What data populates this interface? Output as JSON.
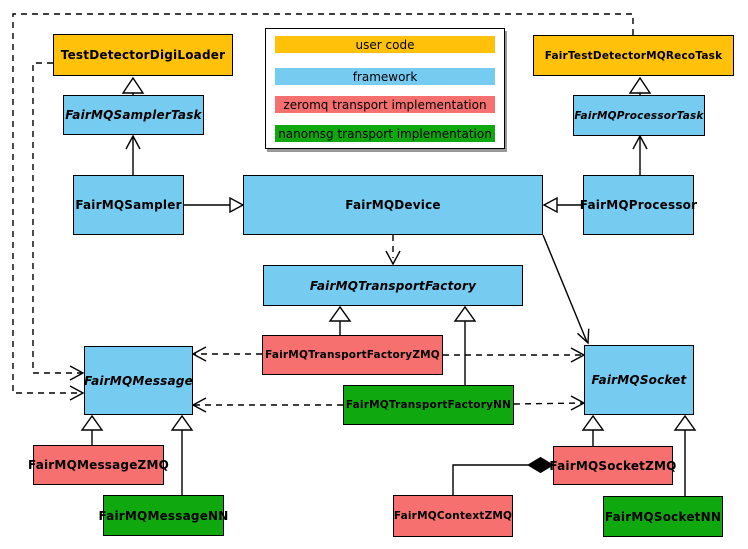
{
  "colors": {
    "user_code": "#FFC10A",
    "framework": "#76CBF1",
    "zeromq": "#F5706F",
    "nanomsg": "#0FA80F",
    "box_border": "#000000",
    "background": "#FFFFFF",
    "legend_shadow": "#999999"
  },
  "legend": {
    "items": [
      {
        "label": "user code",
        "color": "#FFC10A"
      },
      {
        "label": "framework",
        "color": "#76CBF1"
      },
      {
        "label": "zeromq transport implementation",
        "color": "#F5706F"
      },
      {
        "label": "nanomsg transport implementation",
        "color": "#0FA80F"
      }
    ]
  },
  "nodes": {
    "testDetectorDigiLoader": {
      "label": "TestDetectorDigiLoader",
      "category": "user code",
      "abstract": false
    },
    "fairTestDetectorMQRecoTask": {
      "label": "FairTestDetectorMQRecoTask",
      "category": "user code",
      "abstract": false
    },
    "fairMQSamplerTask": {
      "label": "FairMQSamplerTask",
      "category": "framework",
      "abstract": true
    },
    "fairMQProcessorTask": {
      "label": "FairMQProcessorTask",
      "category": "framework",
      "abstract": true
    },
    "fairMQSampler": {
      "label": "FairMQSampler",
      "category": "framework",
      "abstract": false
    },
    "fairMQDevice": {
      "label": "FairMQDevice",
      "category": "framework",
      "abstract": false
    },
    "fairMQProcessor": {
      "label": "FairMQProcessor",
      "category": "framework",
      "abstract": false
    },
    "fairMQTransportFactory": {
      "label": "FairMQTransportFactory",
      "category": "framework",
      "abstract": true
    },
    "fairMQMessage": {
      "label": "FairMQMessage",
      "category": "framework",
      "abstract": true
    },
    "fairMQSocket": {
      "label": "FairMQSocket",
      "category": "framework",
      "abstract": true
    },
    "fairMQTransportFactoryZMQ": {
      "label": "FairMQTransportFactoryZMQ",
      "category": "zeromq",
      "abstract": false
    },
    "fairMQTransportFactoryNN": {
      "label": "FairMQTransportFactoryNN",
      "category": "nanomsg",
      "abstract": false
    },
    "fairMQMessageZMQ": {
      "label": "FairMQMessageZMQ",
      "category": "zeromq",
      "abstract": false
    },
    "fairMQMessageNN": {
      "label": "FairMQMessageNN",
      "category": "nanomsg",
      "abstract": false
    },
    "fairMQSocketZMQ": {
      "label": "FairMQSocketZMQ",
      "category": "zeromq",
      "abstract": false
    },
    "fairMQSocketNN": {
      "label": "FairMQSocketNN",
      "category": "nanomsg",
      "abstract": false
    },
    "fairMQContextZMQ": {
      "label": "FairMQContextZMQ",
      "category": "zeromq",
      "abstract": false
    }
  },
  "edges": [
    {
      "source": "FairMQSamplerTask",
      "target": "TestDetectorDigiLoader",
      "line": "solid",
      "head": "hollow-triangle"
    },
    {
      "source": "FairMQProcessorTask",
      "target": "FairTestDetectorMQRecoTask",
      "line": "solid",
      "head": "hollow-triangle"
    },
    {
      "source": "FairMQSampler",
      "target": "FairMQSamplerTask",
      "line": "solid",
      "head": "open-arrow"
    },
    {
      "source": "FairMQProcessor",
      "target": "FairMQProcessorTask",
      "line": "solid",
      "head": "open-arrow"
    },
    {
      "source": "FairMQSampler",
      "target": "FairMQDevice",
      "line": "solid",
      "head": "hollow-triangle"
    },
    {
      "source": "FairMQProcessor",
      "target": "FairMQDevice",
      "line": "solid",
      "head": "hollow-triangle"
    },
    {
      "source": "FairMQDevice",
      "target": "FairMQTransportFactory",
      "line": "dashed",
      "head": "open-arrow"
    },
    {
      "source": "FairMQDevice",
      "target": "FairMQSocket",
      "line": "solid",
      "head": "open-arrow"
    },
    {
      "source": "FairMQTransportFactoryZMQ",
      "target": "FairMQTransportFactory",
      "line": "solid",
      "head": "hollow-triangle"
    },
    {
      "source": "FairMQTransportFactoryNN",
      "target": "FairMQTransportFactory",
      "line": "solid",
      "head": "hollow-triangle"
    },
    {
      "source": "FairMQTransportFactoryZMQ",
      "target": "FairMQMessage",
      "line": "dashed",
      "head": "open-arrow"
    },
    {
      "source": "FairMQTransportFactoryNN",
      "target": "FairMQMessage",
      "line": "dashed",
      "head": "open-arrow"
    },
    {
      "source": "FairMQTransportFactoryZMQ",
      "target": "FairMQSocket",
      "line": "dashed",
      "head": "open-arrow"
    },
    {
      "source": "FairMQTransportFactoryNN",
      "target": "FairMQSocket",
      "line": "dashed",
      "head": "open-arrow"
    },
    {
      "source": "TestDetectorDigiLoader",
      "target": "FairMQMessage",
      "line": "dashed",
      "head": "open-arrow"
    },
    {
      "source": "FairTestDetectorMQRecoTask",
      "target": "FairMQMessage",
      "line": "dashed",
      "head": "open-arrow"
    },
    {
      "source": "FairMQMessageZMQ",
      "target": "FairMQMessage",
      "line": "solid",
      "head": "hollow-triangle"
    },
    {
      "source": "FairMQMessageNN",
      "target": "FairMQMessage",
      "line": "solid",
      "head": "hollow-triangle"
    },
    {
      "source": "FairMQSocketZMQ",
      "target": "FairMQSocket",
      "line": "solid",
      "head": "hollow-triangle"
    },
    {
      "source": "FairMQSocketNN",
      "target": "FairMQSocket",
      "line": "solid",
      "head": "hollow-triangle"
    },
    {
      "source": "FairMQContextZMQ",
      "target": "FairMQSocketZMQ",
      "line": "solid",
      "head": "filled-diamond"
    }
  ]
}
